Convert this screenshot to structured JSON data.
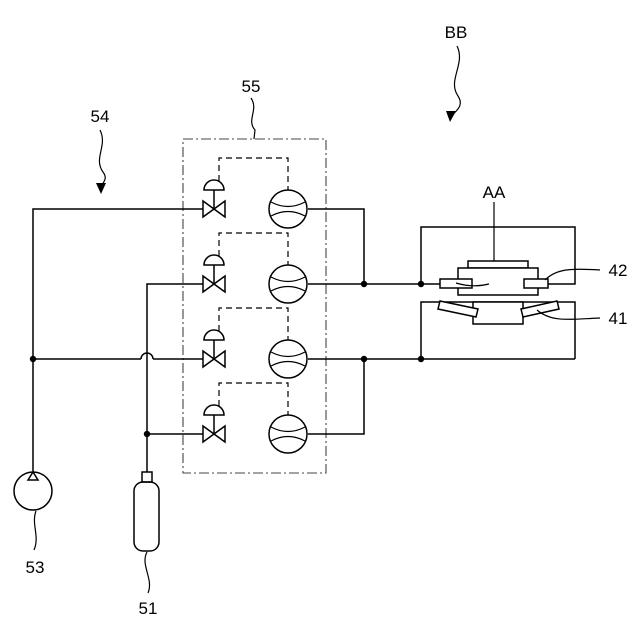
{
  "labels": {
    "system": "BB",
    "assembly": "AA",
    "line": "54",
    "control_unit": "55",
    "pump": "53",
    "cylinder": "51",
    "upper_port": "42",
    "lower_port": "41"
  }
}
